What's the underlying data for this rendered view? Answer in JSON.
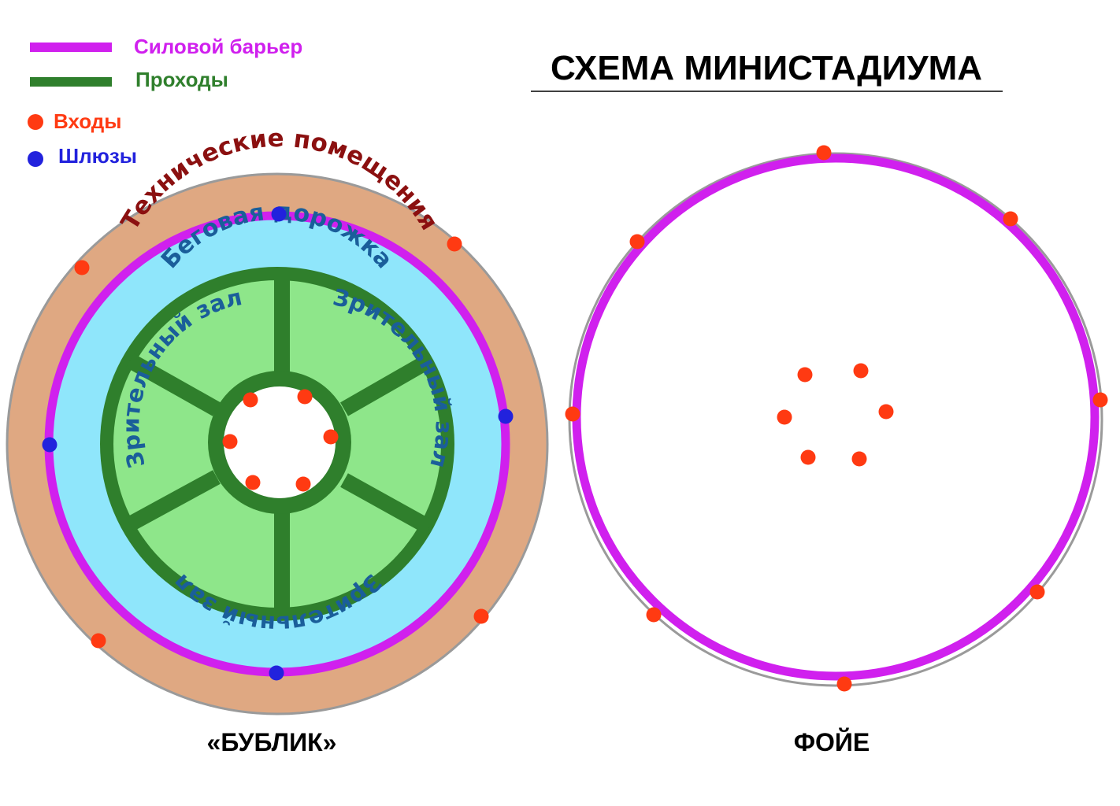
{
  "title": "СХЕМА МИНИСТАДИУМА",
  "legend": {
    "barrier": {
      "label": "Силовой барьер",
      "color": "#d020ee"
    },
    "passages": {
      "label": "Проходы",
      "color": "#2f7f2c"
    },
    "entrances": {
      "label": "Входы",
      "color": "#ff3a12"
    },
    "airlocks": {
      "label": "Шлюзы",
      "color": "#2222dd"
    }
  },
  "donut": {
    "caption": "«БУБЛИК»",
    "technical_label": "Технические помещения",
    "track_label": "Беговая дорожка",
    "hall_labels": [
      "Зрительный зал",
      "Зрительный зал",
      "Зрительный зал",
      "Зрительный зал"
    ],
    "colors": {
      "technical": "#dfa882",
      "track": "#8fe6fb",
      "hall": "#8ee68a",
      "technical_text": "#8b1010",
      "track_text": "#1a5e9a"
    }
  },
  "foyer": {
    "caption": "ФОЙЕ"
  }
}
